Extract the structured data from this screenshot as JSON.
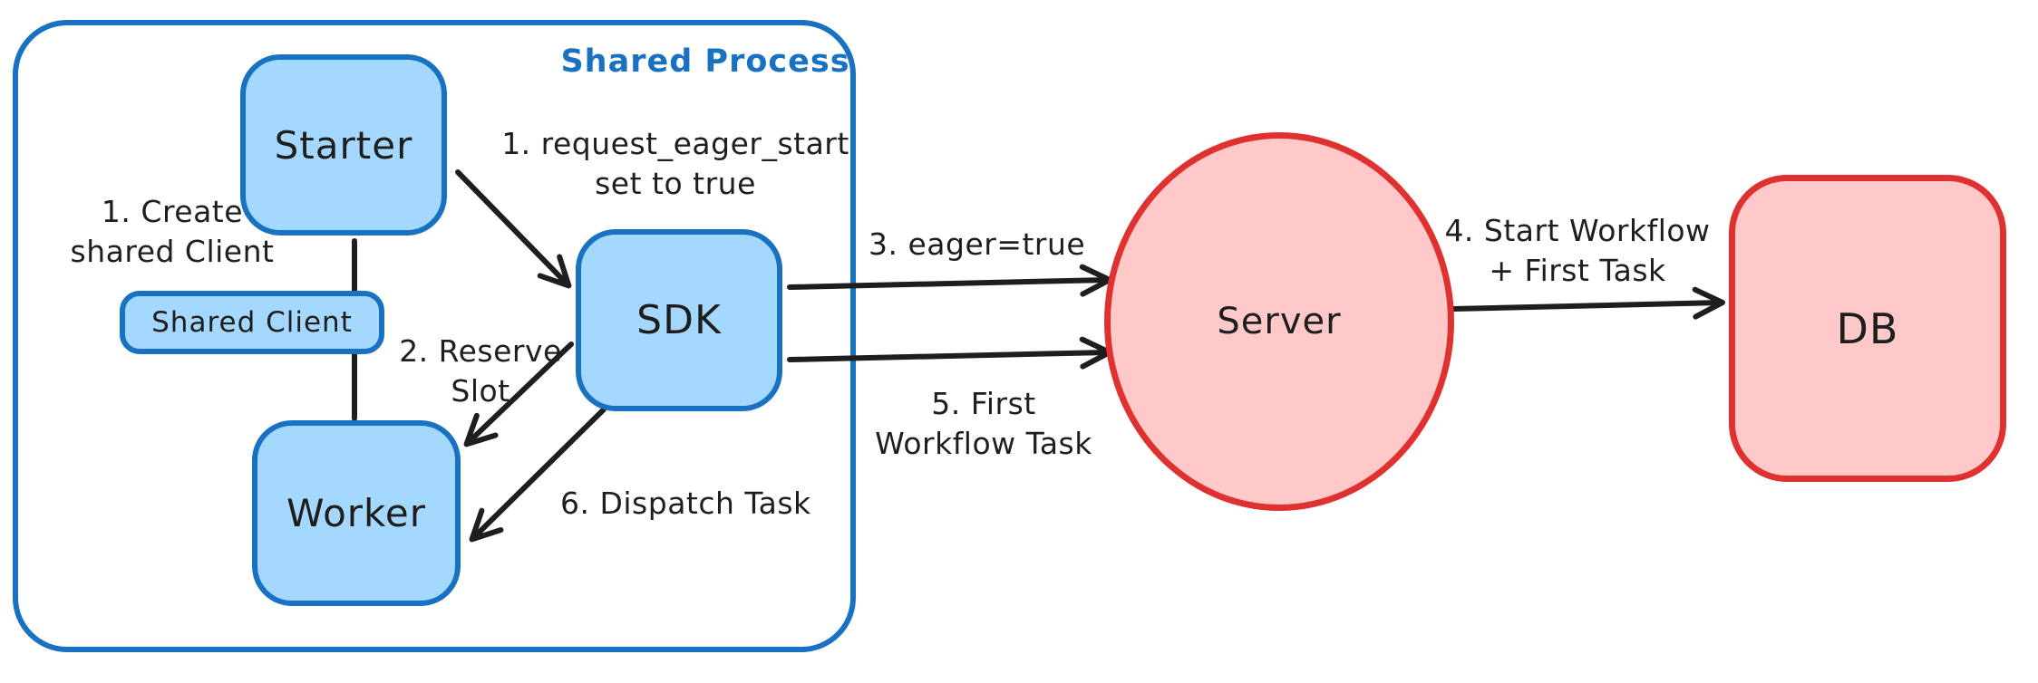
{
  "colors": {
    "blue_stroke": "#1971c2",
    "blue_fill": "#a5d8ff",
    "red_stroke": "#e03131",
    "red_fill": "#ffc9c9",
    "ink": "#1e1e1e",
    "bg": "#ffffff"
  },
  "diagram": {
    "container": {
      "label": "Shared Process"
    },
    "nodes": {
      "starter": {
        "label": "Starter"
      },
      "shared_client": {
        "label": "Shared Client"
      },
      "worker": {
        "label": "Worker"
      },
      "sdk": {
        "label": "SDK"
      },
      "server": {
        "label": "Server"
      },
      "db": {
        "label": "DB"
      }
    },
    "annotations": {
      "request_eager_start": {
        "line1": "1. request_eager_start",
        "line2": "set to true"
      },
      "create_shared_client": {
        "line1": "1. Create",
        "line2": "shared Client"
      },
      "reserve_slot": {
        "line1": "2. Reserve",
        "line2": "Slot"
      },
      "eager_true": {
        "line1": "3. eager=true"
      },
      "first_workflow_task": {
        "line1": "5. First",
        "line2": "Workflow Task"
      },
      "start_workflow_first_task": {
        "line1": "4. Start Workflow",
        "line2": "+ First Task"
      },
      "dispatch_task": {
        "line1": "6. Dispatch Task"
      }
    },
    "edges": [
      {
        "name": "starter-to-sdk",
        "label_ref": "request_eager_start"
      },
      {
        "name": "sdk-to-worker-reserve",
        "label_ref": "reserve_slot"
      },
      {
        "name": "sdk-to-worker-dispatch",
        "label_ref": "dispatch_task"
      },
      {
        "name": "sdk-to-server-eager",
        "label_ref": "eager_true"
      },
      {
        "name": "sdk-to-server-first-task",
        "label_ref": "first_workflow_task"
      },
      {
        "name": "server-to-db",
        "label_ref": "start_workflow_first_task"
      },
      {
        "name": "starter-to-worker-line",
        "label_ref": null
      }
    ]
  }
}
